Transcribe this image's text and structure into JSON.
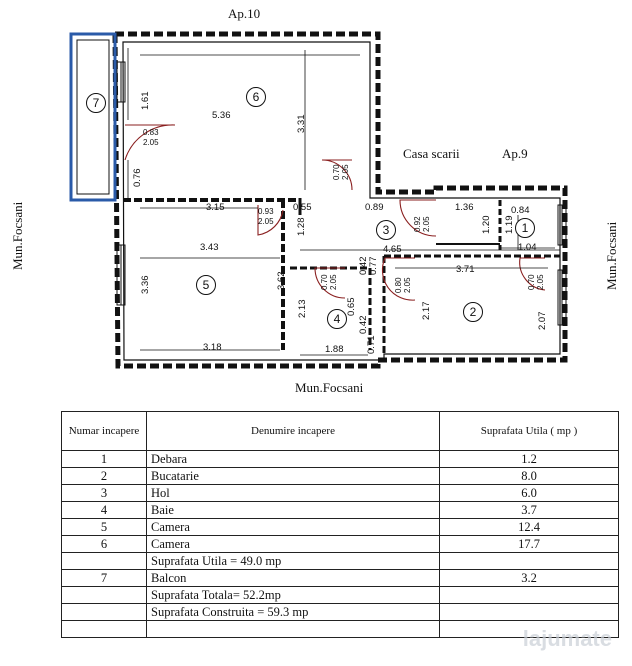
{
  "plan": {
    "ap10": "Ap.10",
    "ap9": "Ap.9",
    "casa_scarii": "Casa scarii",
    "mun_left": "Mun.Focsani",
    "mun_bottom": "Mun.Focsani",
    "mun_right": "Mun.Focsani",
    "room_numbers": [
      "1",
      "2",
      "3",
      "4",
      "5",
      "6",
      "7"
    ],
    "dims": {
      "d161": "1.61",
      "d536": "5.36",
      "d331": "3.31",
      "d076": "0.76",
      "d315": "3.15",
      "d055": "0.55",
      "d089": "0.89",
      "d136": "1.36",
      "d084": "0.84",
      "d343": "3.43",
      "d128": "1.28",
      "d465": "4.65",
      "d119": "1.19",
      "d120": "1.20",
      "d104": "1.04",
      "d336": "3.36",
      "d362": "3.62",
      "d042a": "0.42",
      "d077": "0.77",
      "d371": "3.71",
      "d213": "2.13",
      "d065": "0.65",
      "d042b": "0.42",
      "d217": "2.17",
      "d207": "2.07",
      "d318": "3.18",
      "d188": "1.88",
      "d071": "0.71"
    },
    "doors": {
      "d1_top": "0.83",
      "d1_bot": "2.05",
      "d2_top": "0.93",
      "d2_bot": "2.05",
      "d3a": "0.70",
      "d3b": "2.05",
      "d4a": "0.92",
      "d4b": "2.05",
      "d5a": "0.70",
      "d5b": "2.05",
      "d6a": "0.80",
      "d6b": "2.05",
      "d7a": "0.70",
      "d7b": "2.05"
    }
  },
  "table": {
    "header": {
      "num": "Numar incapere",
      "name": "Denumire incapere",
      "area": "Suprafata Utila ( mp )"
    },
    "rows": [
      {
        "num": "1",
        "name": "Debara",
        "area": "1.2"
      },
      {
        "num": "2",
        "name": "Bucatarie",
        "area": "8.0"
      },
      {
        "num": "3",
        "name": "Hol",
        "area": "6.0"
      },
      {
        "num": "4",
        "name": "Baie",
        "area": "3.7"
      },
      {
        "num": "5",
        "name": "Camera",
        "area": "12.4"
      },
      {
        "num": "6",
        "name": "Camera",
        "area": "17.7"
      }
    ],
    "subtotal": "Suprafata Utila = 49.0 mp",
    "balcony": {
      "num": "7",
      "name": "Balcon",
      "area": "3.2"
    },
    "total": "Suprafata Totala= 52.2mp",
    "built": "Suprafata Construita = 59.3 mp"
  },
  "watermark": "lajumate"
}
